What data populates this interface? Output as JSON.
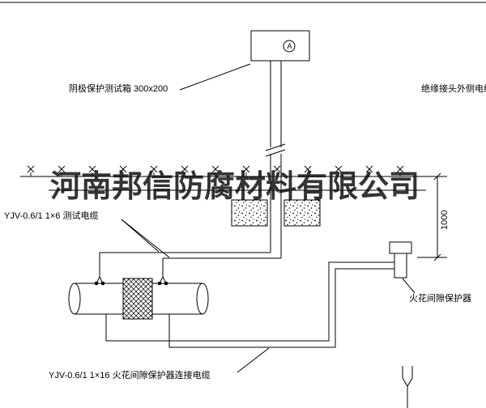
{
  "watermark": {
    "text": "河南邦信防腐材料有限公司"
  },
  "labels": {
    "test_box": "阴极保护测试箱 300x200",
    "insulated_joint_cable": "绝缘接头外侧电缆",
    "test_cable": "YJV-0.6/1 1×6  测试电缆",
    "spark_gap": "火花间隙保护器",
    "connection_cable": "YJV-0.6/1 1×16  火花间隙保护器连接电缆",
    "dimension": "1000",
    "meter_letter": "A"
  },
  "colors": {
    "line": "#000000",
    "background": "#ffffff",
    "watermark": "#111111"
  }
}
